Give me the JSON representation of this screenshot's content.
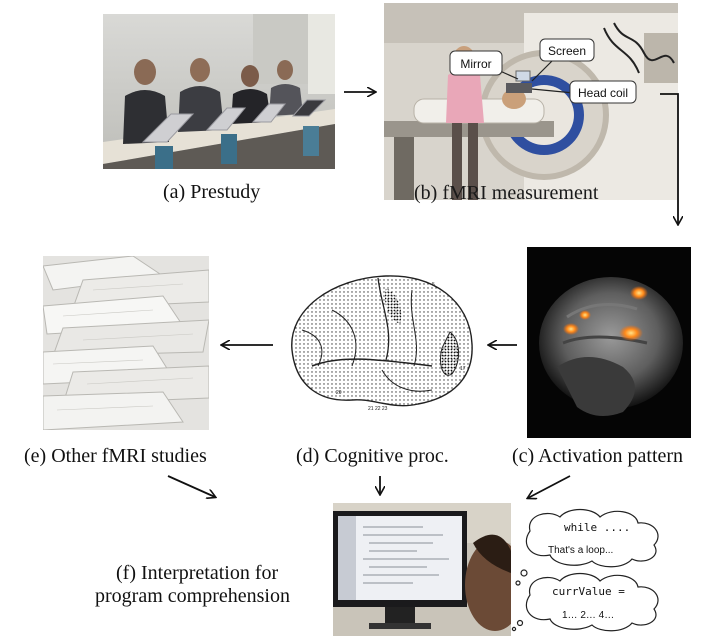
{
  "panels": {
    "a": {
      "caption": "(a) Prestudy"
    },
    "b": {
      "caption": "(b) fMRI measurement",
      "callouts": {
        "mirror": "Mirror",
        "screen": "Screen",
        "head_coil": "Head coil"
      }
    },
    "c": {
      "caption": "(c) Activation pattern"
    },
    "d": {
      "caption": "(d) Cognitive proc."
    },
    "e": {
      "caption": "(e) Other fMRI studies"
    },
    "f": {
      "caption_line1": "(f) Interpretation for",
      "caption_line2": "program comprehension",
      "thought1": {
        "line1": "while ....",
        "line2": "That's a loop..."
      },
      "thought2": {
        "line1": "currValue =",
        "line2": "1… 2… 4…"
      }
    }
  }
}
